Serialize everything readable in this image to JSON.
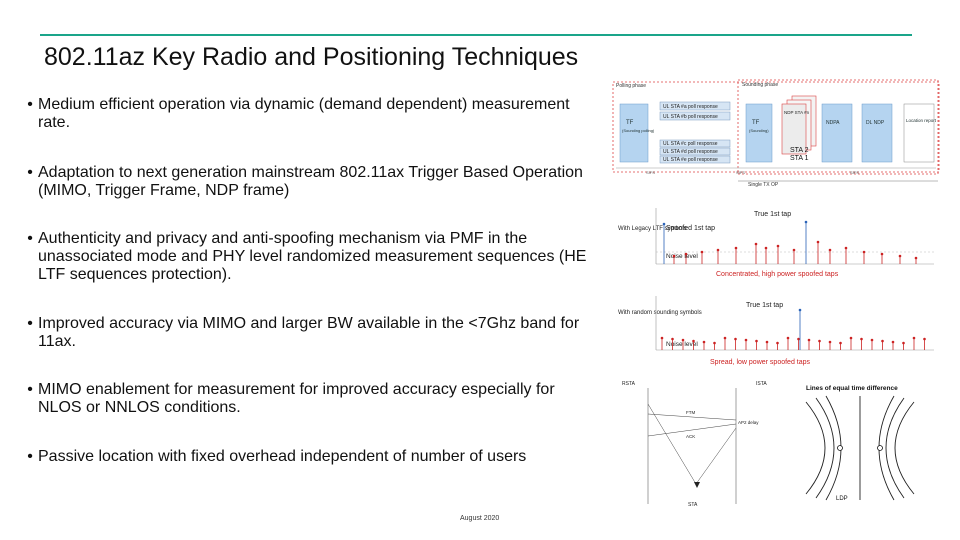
{
  "slide": {
    "title": "802.11az Key Radio and Positioning Techniques",
    "footer": "August 2020"
  },
  "bullets": [
    {
      "text": "Medium efficient operation via dynamic (demand dependent) measurement rate."
    },
    {
      "text": "Adaptation to next generation mainstream 802.11ax Trigger Based Operation (MIMO, Trigger Frame, NDP frame)"
    },
    {
      "text": "Authenticity and privacy and anti-spoofing mechanism via PMF in the unassociated mode and PHY level randomized measurement sequences (HE LTF sequences protection)."
    },
    {
      "text": "Improved accuracy via MIMO and larger BW available in the <7Ghz band for 11ax."
    },
    {
      "text": "MIMO enablement for measurement for improved accuracy especially for NLOS or NNLOS conditions."
    },
    {
      "text": "Passive location with fixed overhead independent of number of users"
    }
  ],
  "bullet_glyph": "•",
  "figures": {
    "timing": {
      "polling": "Polling phase",
      "sounding": "Sounding phase",
      "tf_left": "TF",
      "tf_left_sub": "(Sounding polling)",
      "tf_mid": "TF",
      "tf_mid_sub": "(Sounding)",
      "ul_sta_a": "UL STA #a poll response",
      "ul_sta_b": "UL STA #b poll response",
      "ul_sta_c": "UL STA #c poll response",
      "ul_sta_d": "UL STA #d poll response",
      "ul_sta_e": "UL STA #e poll response",
      "ndpa": "NDPA",
      "dl_ndp": "DL NDP",
      "ndp_sta": "NDP STA #n",
      "lmr": "Location report",
      "sta2": "STA 2",
      "sta1": "STA 1",
      "sifs": "SIFS",
      "txop": "Single TX OP"
    },
    "legacy": {
      "side_label": "With Legacy LTF symbols",
      "spoofed": "Spoofed 1st tap",
      "true_tap": "True 1st tap",
      "noise": "Noise level",
      "bottom": "Concentrated, high power spoofed taps"
    },
    "random": {
      "side_label": "With random sounding symbols",
      "true_tap": "True 1st tap",
      "noise": "Noise level",
      "bottom": "Spread, low power spoofed taps"
    },
    "geometry": {
      "rsta": "RSTA",
      "ista": "ISTA",
      "sta": "STA",
      "lines_title": "Lines of equal time difference",
      "ldp": "LDP",
      "ap_delay": "AP2 delay",
      "ftm": "FTM",
      "ack": "ACK"
    }
  }
}
